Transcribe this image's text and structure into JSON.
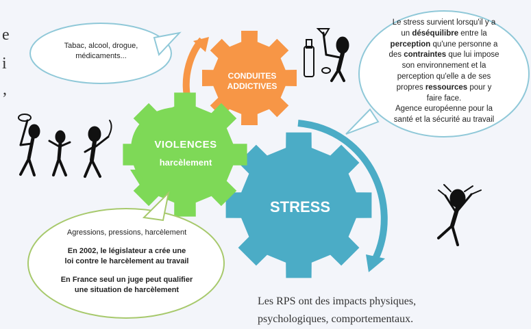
{
  "left_fragments": [
    "e",
    "i",
    ","
  ],
  "gears": {
    "violences": {
      "title": "VIOLENCES",
      "subtitle": "harcèlement",
      "color": "#7ed957"
    },
    "addictives": {
      "line1": "CONDUITES",
      "line2": "ADDICTIVES",
      "color": "#f79646"
    },
    "stress": {
      "title": "STRESS",
      "color": "#4bacc6"
    }
  },
  "bubble_addictions": {
    "text": "Tabac, alcool, drogue, médicaments..."
  },
  "bubble_stress": {
    "l1": "Le stress survient lorsqu'il y a",
    "l2_a": "un ",
    "l2_b": "déséquilibre",
    "l2_c": " entre la",
    "l3_a": "perception",
    "l3_b": " qu'une personne a",
    "l4_a": "des ",
    "l4_b": "contraintes",
    "l4_c": " que lui impose",
    "l5": "son environnement et la",
    "l6": "perception qu'elle a de ses",
    "l7_a": "propres ",
    "l7_b": "ressources",
    "l7_c": " pour y",
    "l8": "faire face.",
    "l9": "Agence européenne pour la",
    "l10": "santé et la sécurité au travail"
  },
  "bubble_violences": {
    "l1": "Agressions, pressions, harcèlement",
    "l2": "En 2002, le législateur a crée une",
    "l3": "loi contre le harcèlement au travail",
    "l4": "En France seul un juge peut qualifier",
    "l5": "une situation de harcèlement"
  },
  "footer": {
    "l1": "Les RPS ont des impacts physiques,",
    "l2": "psychologiques, comportementaux."
  },
  "colors": {
    "arrow_green": "#7ed957",
    "arrow_orange": "#f79646",
    "arrow_blue": "#4bacc6",
    "bubble_border": "#8fc8d8"
  }
}
